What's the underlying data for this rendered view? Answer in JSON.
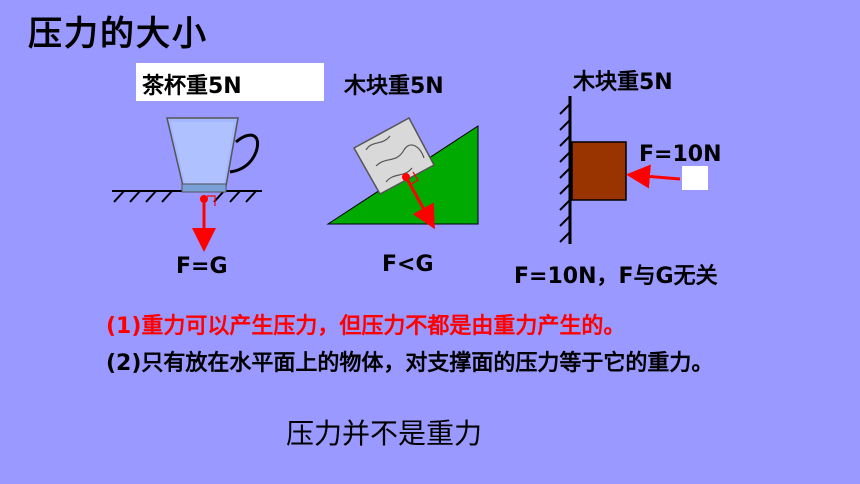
{
  "title": "压力的大小",
  "cup": {
    "label": "茶杯重5N",
    "force": "F=G"
  },
  "incline": {
    "label": "木块重5N",
    "force": "F<G"
  },
  "wall": {
    "label": "木块重5N",
    "applied": "F=10N",
    "force": "F=10N，F与G无关"
  },
  "notes": {
    "line1": "(1)重力可以产生压力，但压力不都是由重力产生的。",
    "line2": "(2)只有放在水平面上的物体，对支撑面的压力等于它的重力。"
  },
  "conclusion": "压力并不是重力",
  "colors": {
    "background": "#9999ff",
    "arrow": "#ff0000",
    "incline": "#00aa00",
    "cup": "#9db3ff",
    "wood_block": "#993300"
  }
}
